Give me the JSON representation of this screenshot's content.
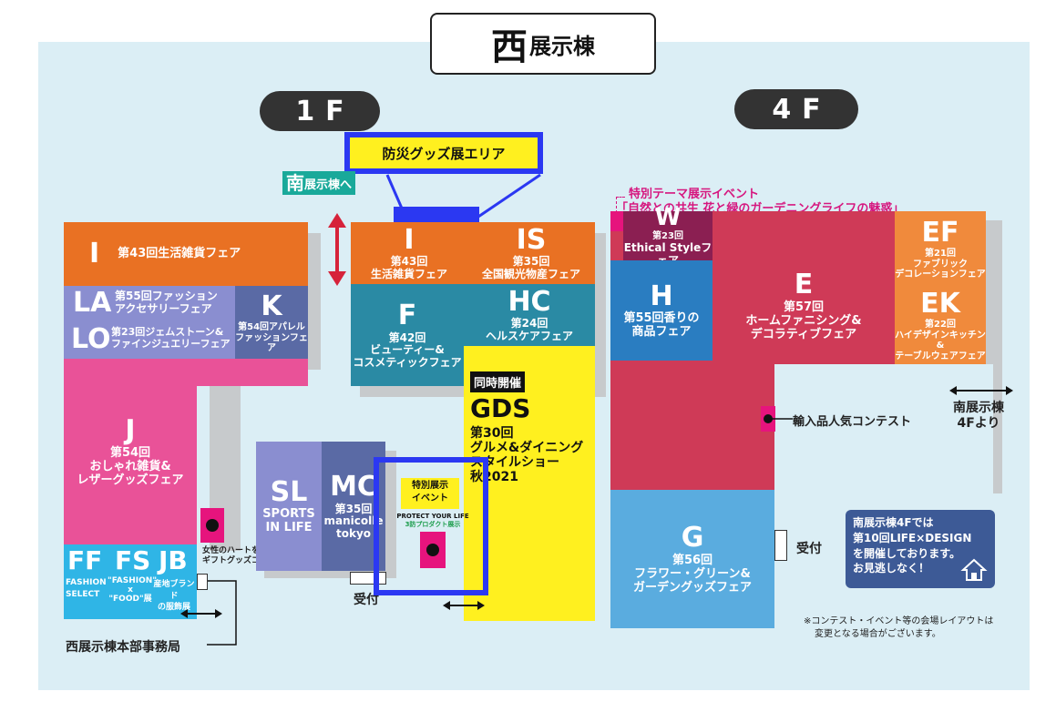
{
  "title": {
    "big": "西",
    "small": "展示棟"
  },
  "floors": {
    "f1": "1F",
    "f4": "4F"
  },
  "disaster_area": "防災グッズ展エリア",
  "south_link": {
    "big": "南",
    "small": "展示棟へ"
  },
  "special_theme": {
    "line1": "特別テーマ展示イベント",
    "line2": "「自然との共生 花と緑のガーデニングライフの魅惑」"
  },
  "booths": {
    "I_left": {
      "code": "I",
      "name": "第43回生活雑貨フェア"
    },
    "LA": {
      "code": "LA",
      "line1": "第55回ファッション",
      "line2": "アクセサリーフェア"
    },
    "LO": {
      "code": "LO",
      "line1": "第23回ジェムストーン&",
      "line2": "ファインジュエリーフェア"
    },
    "K": {
      "code": "K",
      "line1": "第54回アパレル",
      "line2": "ファッションフェア"
    },
    "J": {
      "code": "J",
      "line1": "第54回",
      "line2": "おしゃれ雑貨&",
      "line3": "レザーグッズフェア"
    },
    "FF": {
      "code": "FF",
      "line1": "FASHION",
      "line2": "SELECT"
    },
    "FS": {
      "code": "FS",
      "line1": "\"FASHION\"",
      "line2": "x",
      "line3": "\"FOOD\"展"
    },
    "JB": {
      "code": "JB",
      "line1": "産地ブランド",
      "line2": "の服飾展"
    },
    "I_center": {
      "code": "I",
      "line1": "第43回",
      "line2": "生活雑貨フェア"
    },
    "IS": {
      "code": "IS",
      "line1": "第35回",
      "line2": "全国観光物産フェア"
    },
    "F": {
      "code": "F",
      "line1": "第42回",
      "line2": "ビューティー&",
      "line3": "コスメティックフェア"
    },
    "HC": {
      "code": "HC",
      "line1": "第24回",
      "line2": "ヘルスケアフェア"
    },
    "GDS": {
      "badge": "同時開催",
      "code": "GDS",
      "line1": "第30回",
      "line2": "グルメ&ダイニング",
      "line3": "スタイルショー",
      "line4": "秋2021"
    },
    "SL": {
      "code": "SL",
      "line1": "SPORTS",
      "line2": "IN LIFE"
    },
    "MC": {
      "code": "MC",
      "line1": "第35回",
      "line2": "manicolle",
      "line3": "tokyo"
    },
    "W": {
      "code": "W",
      "line1": "第23回",
      "line2": "Ethical Styleフェア"
    },
    "H": {
      "code": "H",
      "line1": "第55回香りの",
      "line2": "商品フェア"
    },
    "E": {
      "code": "E",
      "line1": "第57回",
      "line2": "ホームファニシング&",
      "line3": "デコラティブフェア"
    },
    "EF": {
      "code": "EF",
      "line1": "第21回",
      "line2": "ファブリック",
      "line3": "デコレーションフェア"
    },
    "EK": {
      "code": "EK",
      "line1": "第22回",
      "line2": "ハイデザインキッチン&",
      "line3": "テーブルウェアフェア"
    },
    "G": {
      "code": "G",
      "line1": "第56回",
      "line2": "フラワー・グリーン&",
      "line3": "ガーデングッズフェア"
    }
  },
  "special_event": {
    "line1": "特別展示",
    "line2": "イベント",
    "line3": "PROTECT YOUR LIFE",
    "line4": "3防プロダクト展示"
  },
  "gift_contest": {
    "line1": "女性のハートをキャッチする",
    "line2": "ギフトグッズコンテスト"
  },
  "import_contest": "輸入品人気コンテスト",
  "reception_1f": "受付",
  "reception_4f": "受付",
  "office": "西展示棟本部事務局",
  "south_4f": {
    "line1": "南展示棟",
    "line2": "4Fより"
  },
  "notice": {
    "line1": "南展示棟4Fでは",
    "line2": "第10回LIFE×DESIGN",
    "line3": "を開催しております。",
    "line4": "お見逃しなく！"
  },
  "note": {
    "line1": "※コンテスト・イベント等の会場レイアウトは",
    "line2": "変更となる場合がございます。"
  },
  "colors": {
    "orange": "#e97123",
    "periwinkle": "#8a8ed0",
    "slate": "#5a6aa5",
    "pink": "#e95298",
    "cyan": "#2fb5e6",
    "teal": "#2a8aa4",
    "yellow": "#fff01f",
    "red": "#cf3a57",
    "wine": "#8b1f52",
    "blue": "#2a7dc1",
    "skyblue": "#5aacdf",
    "lightorange": "#f08a3c",
    "bg": "#dbeef5",
    "frame": "#2b38f2"
  }
}
